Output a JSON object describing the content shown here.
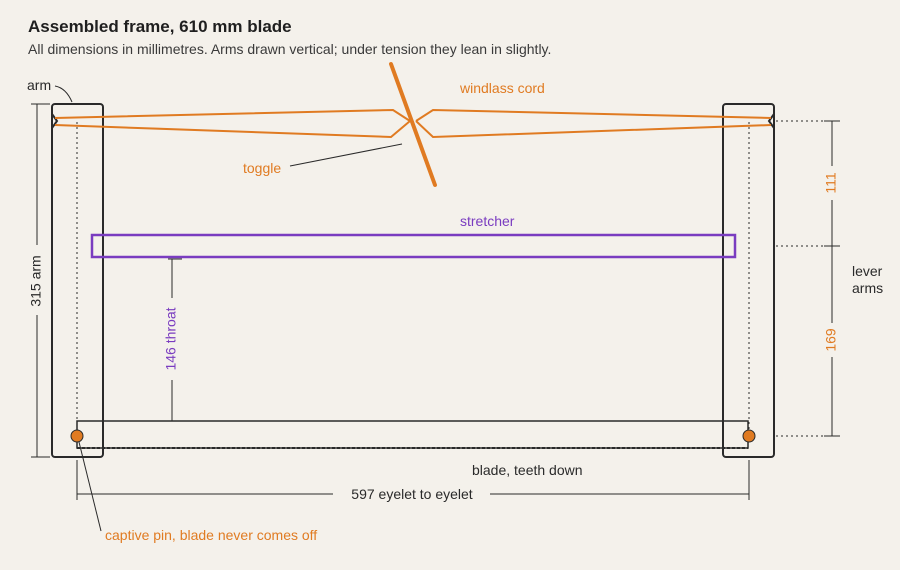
{
  "title": "Assembled frame, 610 mm blade",
  "subtitle": "All dimensions in millimetres. Arms drawn vertical; under tension they lean in slightly.",
  "labels": {
    "arm": "arm",
    "windlass_cord": "windlass cord",
    "toggle": "toggle",
    "stretcher": "stretcher",
    "throat": "146 throat",
    "arm_length": "315 arm",
    "upper_lever": "111",
    "lower_lever": "169",
    "lever_arms_line1": "lever",
    "lever_arms_line2": "arms",
    "blade": "blade, teeth down",
    "eyelet_span": "597 eyelet to eyelet",
    "captive_pin": "captive pin, blade never comes off"
  },
  "colors": {
    "frame": "#2a2a2a",
    "cord": "#e07b22",
    "stretcher": "#7a3cc0",
    "pin": "#e07b22",
    "background": "#f4f1eb"
  }
}
